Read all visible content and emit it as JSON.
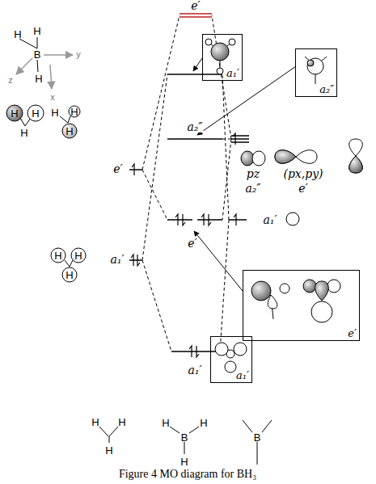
{
  "diagram": {
    "caption": "Figure 4 MO diagram for BH₃",
    "nodes": [
      {
        "text": [
          "a₁′"
        ]
      },
      {
        "text": [
          "a₂″"
        ]
      },
      {
        "text": [
          "e′"
        ]
      },
      {
        "text": [
          "a₁′"
        ]
      }
    ],
    "labels": [
      "H",
      "H",
      "B",
      "H",
      "y",
      "z",
      "x",
      "e′",
      "H",
      "H",
      "H",
      "H",
      "H",
      "H",
      "e′",
      "H",
      "H",
      "H",
      "a₁′",
      "a₂″",
      "e′",
      "a₁′",
      "pz",
      "a₂″",
      "(px,py)",
      "e′",
      "a₁′",
      "H",
      "H",
      "H",
      "H",
      "B",
      "H",
      "H",
      "B"
    ]
  }
}
